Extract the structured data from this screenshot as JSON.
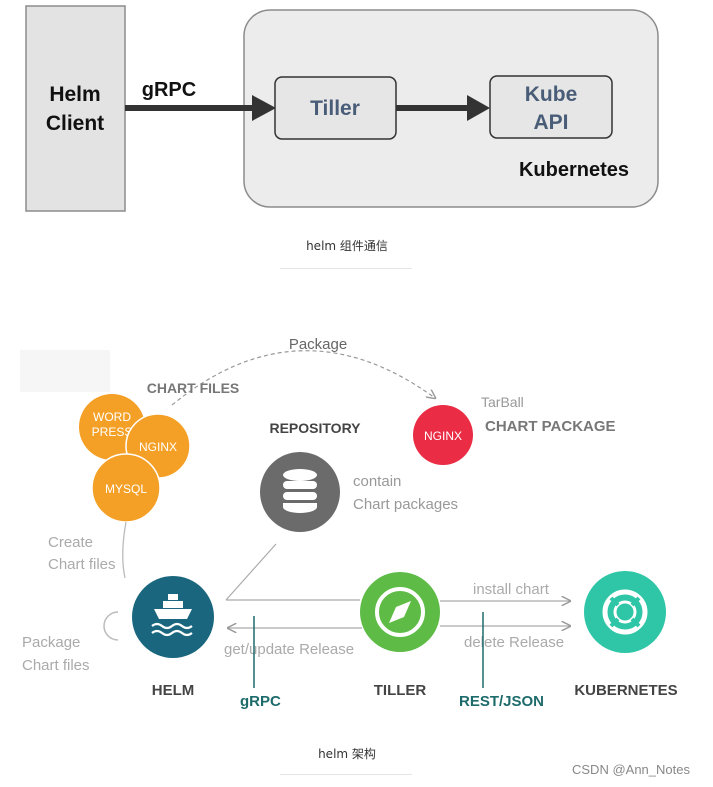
{
  "top_diagram": {
    "client_label_line1": "Helm",
    "client_label_line2": "Client",
    "grpc_label": "gRPC",
    "tiller_label": "Tiller",
    "kube_label_line1": "Kube",
    "kube_label_line2": "API",
    "kubernetes_label": "Kubernetes",
    "caption": "helm 组件通信"
  },
  "bottom_diagram": {
    "package_label": "Package",
    "chart_files_label": "CHART FILES",
    "wordpress_line1": "WORD",
    "wordpress_line2": "PRESS",
    "nginx_label": "NGINX",
    "mysql_label": "MYSQL",
    "tarball_label": "TarBall",
    "chart_package_label": "CHART PACKAGE",
    "package_nginx_label": "NGINX",
    "repository_label": "REPOSITORY",
    "contain_line1": "contain",
    "contain_line2": "Chart packages",
    "create_line1": "Create",
    "create_line2": "Chart files",
    "pkg_line1": "Package",
    "pkg_line2": "Chart files",
    "helm_label": "HELM",
    "tiller_label": "TILLER",
    "kubernetes_label": "KUBERNETES",
    "install_chart_label": "install chart",
    "delete_release_label": "delete Release",
    "get_update_label": "get/update Release",
    "grpc_label": "gRPC",
    "rest_json_label": "REST/JSON",
    "caption": "helm 架构"
  },
  "watermark": "CSDN @Ann_Notes",
  "colors": {
    "box_gray": "#e3e3e3",
    "cluster_gray": "#ececec",
    "tiller_text": "#4a5d78",
    "orange": "#f4a026",
    "red": "#ea2c45",
    "repo_gray": "#6b6b6b",
    "helm_blue": "#19667e",
    "tiller_green": "#5dbb46",
    "k8s_teal": "#2ec6a6",
    "teal_text": "#1d6b6b"
  }
}
